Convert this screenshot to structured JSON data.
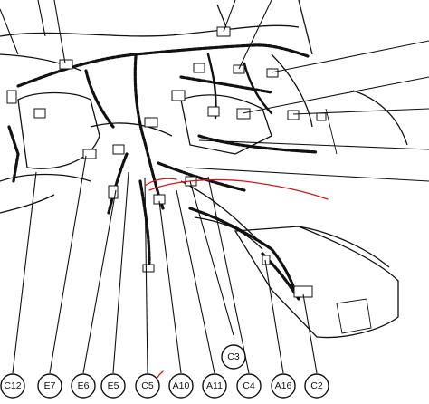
{
  "callouts_bottom": [
    "C12",
    "E7",
    "E6",
    "E5",
    "C5",
    "A10",
    "A11",
    "C4",
    "A16",
    "C2"
  ],
  "callout_upper": "C3",
  "annotation_color": "#d11a1a",
  "line_color": "#111111",
  "background": "#ffffff"
}
